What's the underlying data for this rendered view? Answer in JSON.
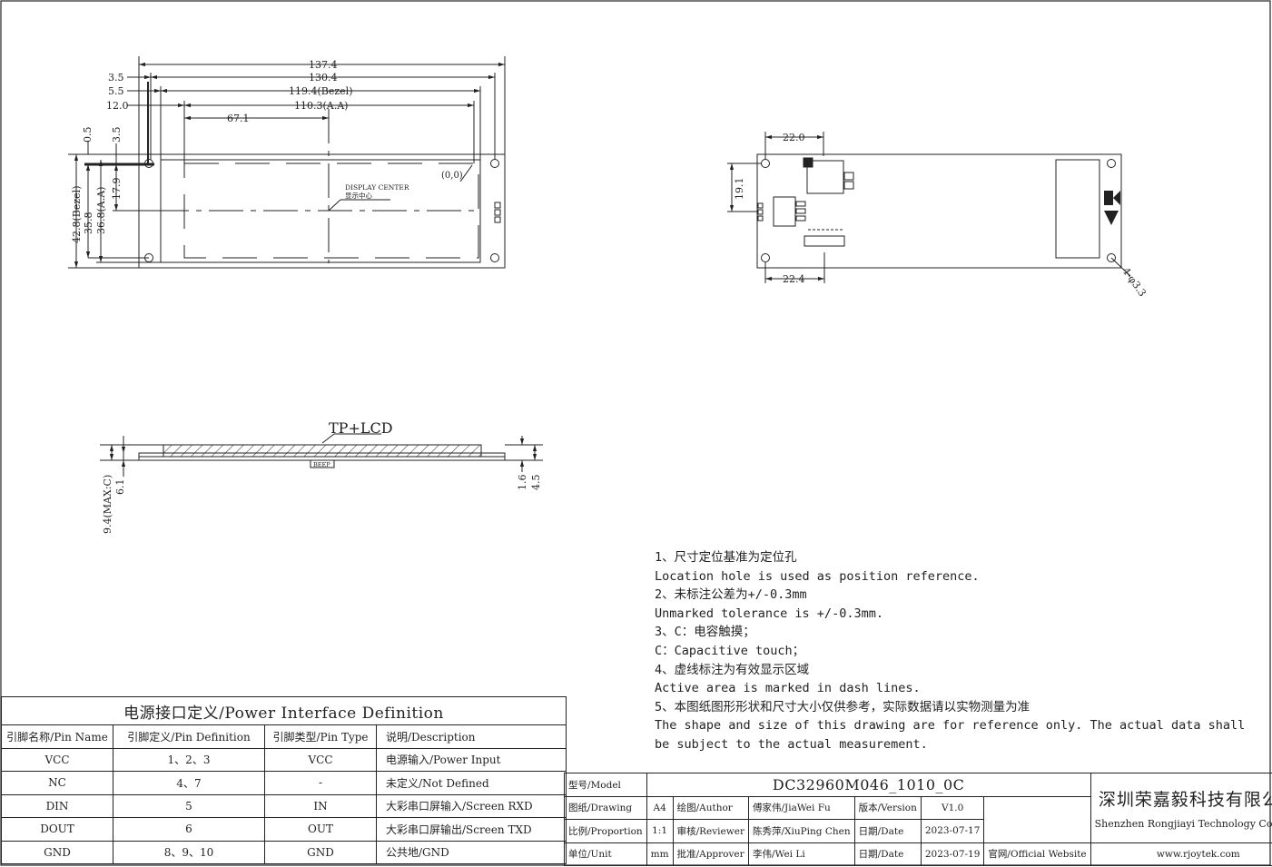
{
  "top_view": {
    "dims_h": [
      "137.4",
      "130.4",
      "119.4(Bezel)",
      "110.3(A.A)",
      "67.1"
    ],
    "dims_h_left": [
      "3.5",
      "5.5",
      "12.0"
    ],
    "dims_v_top": [
      "0.5",
      "3.5"
    ],
    "dims_v": [
      "42.8(Bezel)",
      "35.8",
      "36.8(A.A)",
      "17.9"
    ],
    "origin_label": "(0,0)",
    "center_label_en": "DISPLAY CENTER",
    "center_label_cn": "显示中心"
  },
  "back_view": {
    "dim_top": "22.0",
    "dim_bottom": "22.4",
    "dim_side": "19.1",
    "hole_label": "4-φ3.3"
  },
  "side_view": {
    "layer_label": "TP+LCD",
    "beep_label": "BEEP",
    "dims_left": [
      "9.4(MAX:C)",
      "6.1"
    ],
    "dims_right": [
      "1.6",
      "4.5"
    ]
  },
  "notes": [
    "1、尺寸定位基准为定位孔",
    "Location hole is used as position reference.",
    "2、未标注公差为+/-0.3mm",
    "Unmarked tolerance is +/-0.3mm.",
    "3、C：电容触摸；",
    "C：Capacitive touch；",
    "4、虚线标注为有效显示区域",
    "Active area is marked in dash lines.",
    "5、本图纸图形形状和尺寸大小仅供参考，实际数据请以实物测量为准",
    "The shape and size of this drawing are for reference only. The actual data shall be subject to the actual measurement."
  ],
  "pin_table": {
    "caption": "电源接口定义/Power Interface Definition",
    "headers": [
      "引脚名称/Pin Name",
      "引脚定义/Pin Definition",
      "引脚类型/Pin Type",
      "说明/Description"
    ],
    "rows": [
      [
        "VCC",
        "1、2、3",
        "VCC",
        "电源输入/Power Input"
      ],
      [
        "NC",
        "4、7",
        "-",
        "未定义/Not Defined"
      ],
      [
        "DIN",
        "5",
        "IN",
        "大彩串口屏输入/Screen RXD"
      ],
      [
        "DOUT",
        "6",
        "OUT",
        "大彩串口屏输出/Screen TXD"
      ],
      [
        "GND",
        "8、9、10",
        "GND",
        "公共地/GND"
      ]
    ]
  },
  "title_block": {
    "model_label": "型号/Model",
    "model_value": "DC32960M046_1010_0C",
    "company_cn": "深圳荣嘉毅科技有限公司",
    "company_en": "Shenzhen Rongjiayi Technology Co., Ltd.",
    "drawing_label": "图纸/Drawing",
    "drawing_value": "A4",
    "author_label": "绘图/Author",
    "author_value": "傅家伟/JiaWei Fu",
    "version_label": "版本/Version",
    "version_value": "V1.0",
    "proportion_label": "比例/Proportion",
    "proportion_value": "1:1",
    "reviewer_label": "审核/Reviewer",
    "reviewer_value": "陈秀萍/XiuPing Chen",
    "date_label_1": "日期/Date",
    "date_value_1": "2023-07-17",
    "unit_label": "单位/Unit",
    "unit_value": "mm",
    "approver_label": "批准/Approver",
    "approver_value": "李伟/Wei Li",
    "date_label_2": "日期/Date",
    "date_value_2": "2023-07-19",
    "website_label": "官网/Official Website",
    "website_value": "www.rjoytek.com"
  }
}
